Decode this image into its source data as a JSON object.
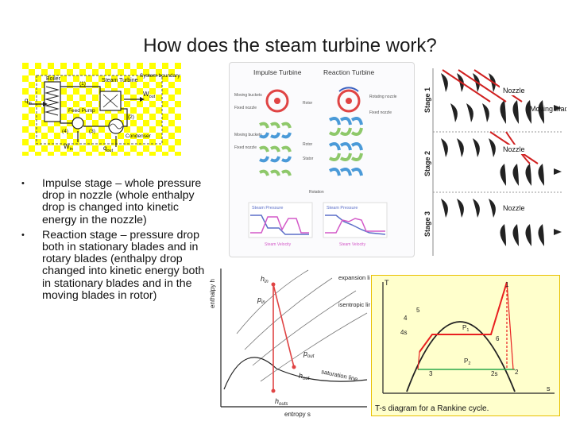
{
  "slide": {
    "title": "How does the steam turbine work?",
    "bullets": [
      "Impulse stage – whole pressure drop in nozzle (whole enthalpy drop is changed into kinetic energy in the nozzle)",
      "Reaction stage – pressure drop both in stationary blades and in rotary blades (enthalpy drop changed into kinetic energy both in stationary blades and in the moving blades in rotor)"
    ]
  },
  "rankine_schematic": {
    "labels": {
      "boiler": "Boiler",
      "steam_turbine": "Steam Turbine",
      "system_boundary": "System boundary",
      "feed_pump": "Feed Pump",
      "condenser": "Condenser",
      "q_in": "q",
      "q_in_sub": "in",
      "w_out": "W",
      "w_out_sub": "out",
      "w_in": "W",
      "w_in_sub": "in",
      "q_out": "q",
      "q_out_sub": "out",
      "n1": "(1)",
      "n2": "(2)",
      "n3": "(3)",
      "n4": "(4)"
    },
    "colors": {
      "checker_a": "#ffff00",
      "checker_b": "#ffffff"
    }
  },
  "turbine_compare": {
    "impulse_title": "Impulse Turbine",
    "reaction_title": "Reaction Turbine",
    "left_labels": [
      "Moving buckets",
      "Fixed nozzle",
      "Moving buckets",
      "Fixed nozzle"
    ],
    "right_labels": [
      "Rotor",
      "Rotating nozzle",
      "Fixed nozzle",
      "Rotor",
      "Stator"
    ],
    "rotation": "Rotation",
    "steam_pressure": "Steam Pressure",
    "steam_velocity": "Steam Velocity",
    "colors": {
      "pressure": "#5b6fc8",
      "velocity": "#d35ac8",
      "rotor": "#e04444",
      "blade_fixed": "#8ec86a",
      "blade_moving": "#4a9ad8"
    }
  },
  "stage_diagram": {
    "stages": [
      "Stage 1",
      "Stage 2",
      "Stage 3"
    ],
    "nozzle": "Nozzle",
    "moving_blades": "Moving blades"
  },
  "mollier": {
    "y_axis": "enthalpy h",
    "x_axis": "entropy s",
    "h_in": "h",
    "h_in_sub": "in",
    "p_in": "p",
    "p_in_sub": "in",
    "p_out": "p",
    "p_out_sub": "out",
    "h_out": "h",
    "h_out_sub": "out",
    "h_outs": "h",
    "h_outs_sub": "outs",
    "expansion_line": "expansion line",
    "isentropic_line": "isentropic line",
    "saturation_line": "saturation line"
  },
  "ts_diagram": {
    "caption": "T-s diagram for a Rankine cycle.",
    "axis_t": "T",
    "axis_s": "s",
    "p1": "P",
    "p1_sub": "1",
    "p2": "P",
    "p2_sub": "2",
    "points": [
      "1",
      "2",
      "2s",
      "3",
      "4",
      "4s",
      "5",
      "6"
    ],
    "colors": {
      "background": "#ffffcc",
      "border": "#e8c000",
      "high": "#e82020",
      "low": "#2aa84a"
    }
  }
}
